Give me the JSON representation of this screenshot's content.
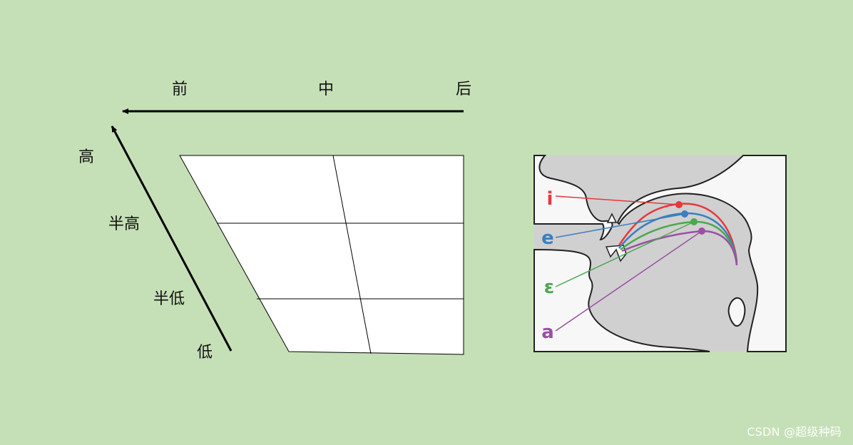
{
  "backness_axis": {
    "labels": [
      "前",
      "中",
      "后"
    ]
  },
  "height_axis": {
    "labels": [
      "高",
      "半高",
      "半低",
      "低"
    ]
  },
  "tongue_diagram": {
    "vowels": [
      {
        "symbol": "i",
        "color": "#e8383d"
      },
      {
        "symbol": "e",
        "color": "#3a7fbf"
      },
      {
        "symbol": "ɛ",
        "color": "#4aa84f"
      },
      {
        "symbol": "a",
        "color": "#9b4fa6"
      }
    ]
  },
  "colors": {
    "background": "#c5e0b6",
    "grid_fill": "#ffffff",
    "line": "#000000",
    "mouth_fill": "#d0d0d0",
    "head_fill": "#f7f7f7"
  },
  "watermark": "CSDN @超级种码"
}
